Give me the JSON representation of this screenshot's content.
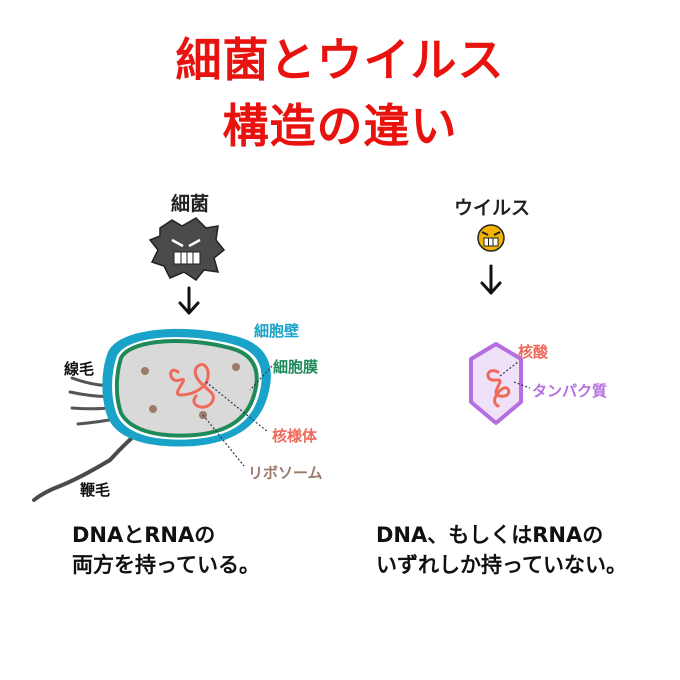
{
  "title": {
    "line1": "細菌とウイルス",
    "line2": "構造の違い"
  },
  "bacteria": {
    "heading": "細菌",
    "labels": {
      "cell_wall": "細胞壁",
      "cell_membrane": "細胞膜",
      "nucleoid": "核様体",
      "ribosome": "リボソーム",
      "pili": "線毛",
      "flagellum": "鞭毛"
    },
    "caption": {
      "line1": "DNAとRNAの",
      "line2": "両方を持っている。"
    }
  },
  "virus": {
    "heading": "ウイルス",
    "labels": {
      "nucleic_acid": "核酸",
      "capsid": "タンパク質"
    },
    "caption": {
      "line1": "DNA、もしくはRNAの",
      "line2": "いずれしか持っていない。"
    }
  },
  "colors": {
    "title": "#e8130f",
    "cell_wall": "#1aa3c8",
    "cell_membrane": "#1e8a5a",
    "nucleoid": "#ef6a5a",
    "ribosome": "#9a7a6a",
    "capsid": "#b46ee0",
    "dark_character": "#4a4a4a",
    "virus_character": "#f2b400"
  },
  "icons": {
    "bacteria_character": "angry-bacteria-icon",
    "virus_character": "angry-virus-icon",
    "arrow": "down-arrow-icon"
  }
}
